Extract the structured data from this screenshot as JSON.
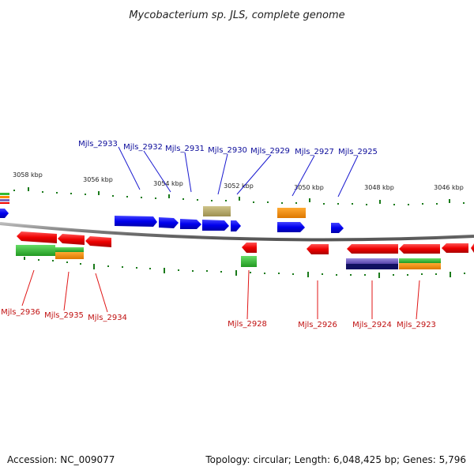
{
  "title": "Mycobacterium sp. JLS, complete genome",
  "footer": {
    "accession": "Accession: NC_009077",
    "summary": "Topology: circular; Length: 6,048,425 bp; Genes: 5,796"
  },
  "colors": {
    "top_strand": "#0000ee",
    "bottom_strand": "#ee0000",
    "top_label": "#0b0b9a",
    "bottom_label": "#c01010",
    "backbone": "#8a8a8a",
    "ticks": "#1a7a1a",
    "green_track": "#33bb33",
    "orange_track": "#ff8800",
    "khaki_track": "#b5a86a",
    "purple_track": "#7766bb",
    "navy_track": "#101060"
  },
  "scale": {
    "unit": "kbp",
    "labels": [
      "3058 kbp",
      "3056 kbp",
      "3054 kbp",
      "3052 kbp",
      "3050 kbp",
      "3048 kbp",
      "3046 kbp"
    ]
  },
  "genes_top": [
    "Mjls_2933",
    "Mjls_2932",
    "Mjls_2931",
    "Mjls_2930",
    "Mjls_2929",
    "Mjls_2927",
    "Mjls_2925"
  ],
  "genes_bottom": [
    "Mjls_2936",
    "Mjls_2935",
    "Mjls_2934",
    "Mjls_2928",
    "Mjls_2926",
    "Mjls_2924",
    "Mjls_2923"
  ]
}
